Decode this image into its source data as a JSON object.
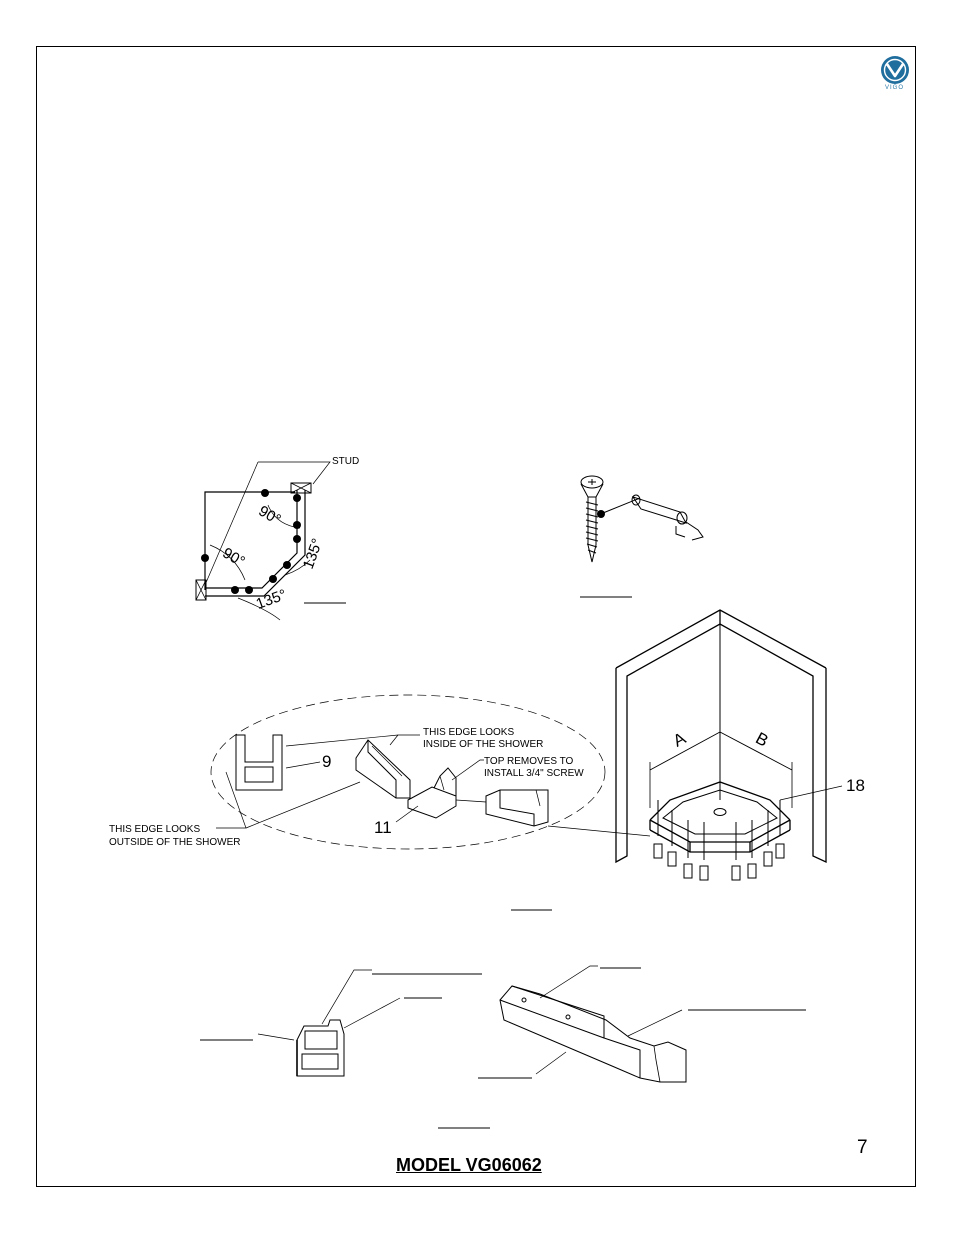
{
  "logo": {
    "text": "VIGO",
    "color": "#1f6e9e"
  },
  "labels": {
    "stud": "STUD",
    "angle_90_a": "90°",
    "angle_90_b": "90°",
    "angle_135_a": "135°",
    "angle_135_b": "135°",
    "inside_edge_1": "THIS EDGE LOOKS",
    "inside_edge_2": "INSIDE OF THE SHOWER",
    "top_removes_1": "TOP REMOVES TO",
    "top_removes_2": "INSTALL 3/4\" SCREW",
    "outside_edge_1": "THIS EDGE LOOKS",
    "outside_edge_2": "OUTSIDE OF THE SHOWER",
    "dim_a": "A",
    "dim_b": "B"
  },
  "callouts": {
    "c9": "9",
    "c11": "11",
    "c18": "18"
  },
  "page_number": "7",
  "model": "MODEL VG06062"
}
